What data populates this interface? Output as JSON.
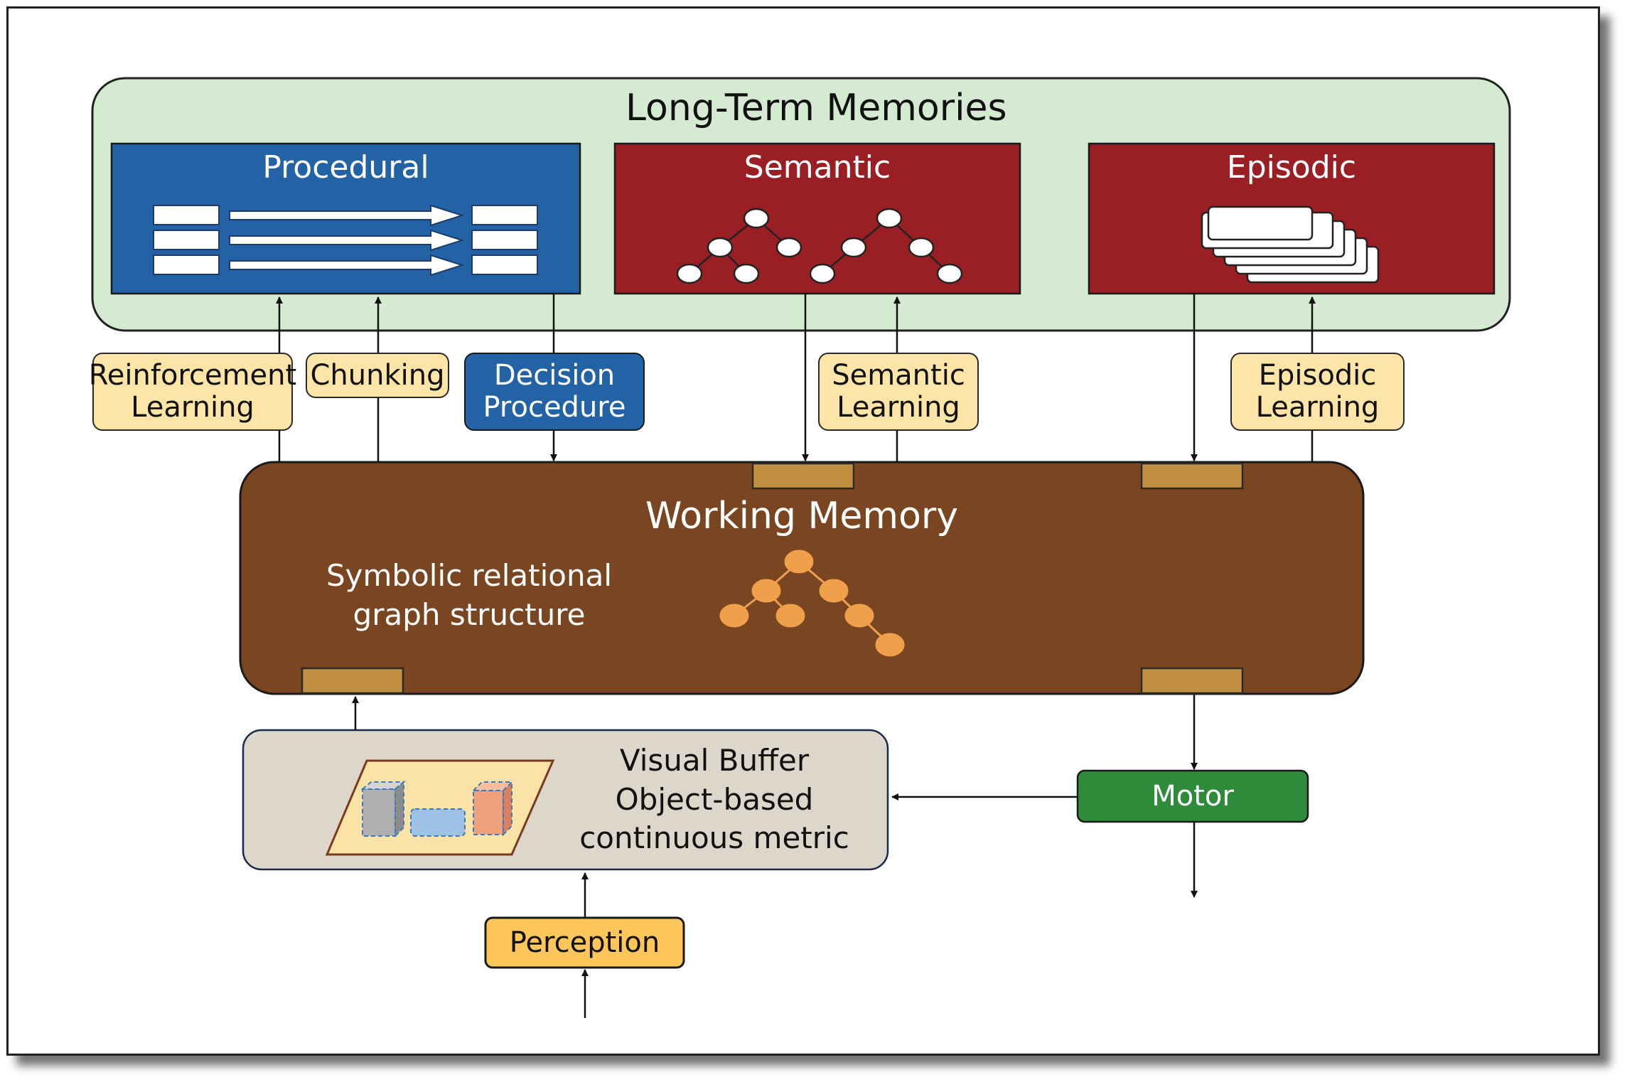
{
  "long_term": {
    "title": "Long-Term Memories",
    "procedural": "Procedural",
    "semantic": "Semantic",
    "episodic": "Episodic"
  },
  "learning": {
    "reinforcement": "Reinforcement\nLearning",
    "chunking": "Chunking",
    "decision": "Decision\nProcedure",
    "semantic": "Semantic\nLearning",
    "episodic": "Episodic\nLearning"
  },
  "working_memory": {
    "title": "Working Memory",
    "subtitle": "Symbolic relational\ngraph structure"
  },
  "visual_buffer": {
    "text": "Visual Buffer\nObject-based\ncontinuous metric"
  },
  "motor": "Motor",
  "perception": "Perception",
  "colors": {
    "long_term_bg": "#d4ebd2",
    "procedural": "#2363a5",
    "semantic_episodic": "#9a1f24",
    "working_memory": "#7a4622",
    "buffer_slot": "#c09040",
    "learning_box": "#fde4a7",
    "visual_buffer_bg": "#ddd6cb",
    "motor": "#2e8b3a",
    "perception": "#fcc65a",
    "node_orange": "#f0a04a"
  }
}
